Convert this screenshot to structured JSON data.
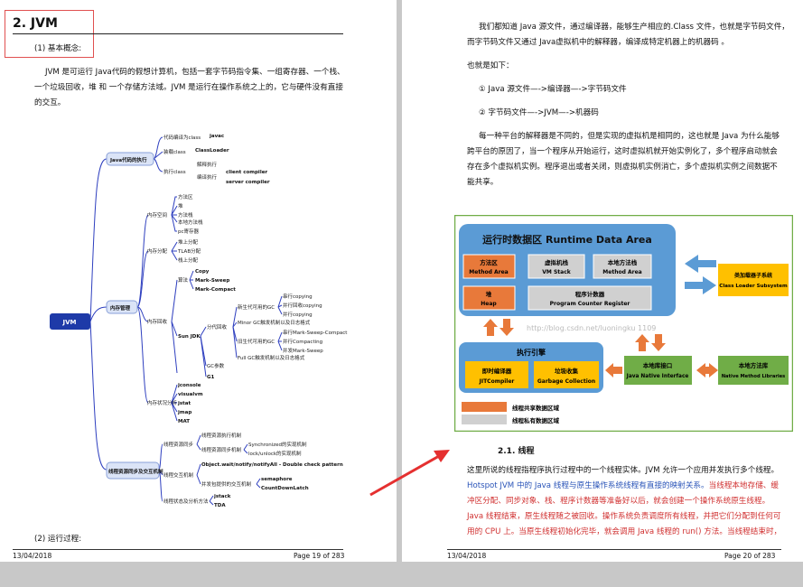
{
  "left_page": {
    "heading": "2. JVM",
    "subheading": "(1) 基本概念:",
    "paragraph_lines": [
      "JVM 是可运行 Java代码的假想计算机，包括一套字节码指令集、一组寄存器、一个栈、",
      "一个垃圾回收，堆 和 一个存储方法域。JVM 是运行在操作系统之上的，它与硬件没有直接",
      "的交互。"
    ],
    "mindmap": {
      "root": "JVM",
      "b1": "Java代码的执行",
      "b1_items": [
        "代码编译为class",
        "装载class",
        "执行class"
      ],
      "b1_leaves": [
        "javac",
        "ClassLoader",
        "解释执行",
        "编译执行",
        "client compiler",
        "server compiler"
      ],
      "b2": "内存管理",
      "b2_items": [
        "内存空间",
        "内存分配",
        "内存回收",
        "内存状况分析"
      ],
      "space_items": [
        "方法区",
        "堆",
        "方法栈",
        "本地方法栈",
        "pc寄存器"
      ],
      "alloc_items": [
        "堆上分配",
        "TLAB分配",
        "栈上分配"
      ],
      "gc_algos": [
        "算法",
        "Copy",
        "Mark-Sweep",
        "Mark-Compact"
      ],
      "sun_jdk": "Sun JDK",
      "gen_gc": "分代回收",
      "new_gen": "新生代可用的GC",
      "new_gen_leaves": [
        "串行copying",
        "并行回收copying",
        "并行copying"
      ],
      "minor_gc": "Minor GC触发机制以及日志格式",
      "old_gen": "旧生代可用的GC",
      "old_gen_leaves": [
        "串行Mark-Sweep-Compact",
        "并行Compacting",
        "并发Mark-Sweep"
      ],
      "full_gc": "Full GC触发机制以及日志格式",
      "gc_params": [
        "GC参数",
        "G1"
      ],
      "analysis_tools": [
        "jconsole",
        "visualvm",
        "jstat",
        "jmap",
        "MAT"
      ],
      "b3": "线程资源同步及交互机制",
      "b3_items": [
        "线程资源同步",
        "线程交互机制",
        "线程状态及分析方法"
      ],
      "sync_leaves": [
        "线程资源执行机制",
        "线程资源同步机制",
        "Synchronized的实现机制",
        "lock/unlock的实现机制"
      ],
      "interact_leaves": [
        "Object.wait/notify/notifyAll - Double check pattern",
        "并发包提供的交互机制",
        "semaphore",
        "CountDownLatch"
      ],
      "state_leaves": [
        "jstack",
        "TDA"
      ]
    },
    "bottom_heading": "(2) 运行过程:",
    "footer_date": "13/04/2018",
    "footer_page": "Page 19 of 283"
  },
  "right_page": {
    "intro_lines": [
      "我们都知道 Java 源文件，通过编译器，能够生产相应的.Class 文件，也就是字节码文件，",
      "而字节码文件又通过 Java虚拟机中的解释器，编译成特定机器上的机器码 。"
    ],
    "also": "也就是如下：",
    "step1": "① Java 源文件—->编译器—->字节码文件",
    "step2": "② 字节码文件—->JVM—->机器码",
    "para_lines": [
      "每一种平台的解释器是不同的，但是实现的虚拟机是相同的，这也就是 Java 为什么能够",
      "跨平台的原因了，当一个程序从开始运行，这时虚拟机就开始实例化了，多个程序启动就会",
      "存在多个虚拟机实例。程序退出或者关闭，则虚拟机实例消亡，多个虚拟机实例之间数据不",
      "能共享。"
    ],
    "diagram": {
      "runtime_title": "运行时数据区  Runtime Data Area",
      "method_area": [
        "方法区",
        "Method Area"
      ],
      "vm_stack": [
        "虚拟机栈",
        "VM Stack"
      ],
      "native_stack": [
        "本地方法栈",
        "Method Area"
      ],
      "heap": [
        "堆",
        "Heap"
      ],
      "pc": [
        "程序计数器",
        "Program Counter Register"
      ],
      "classloader": [
        "类加载器子系统",
        "Class Loader Subsystem"
      ],
      "watermark": "http://blog.csdn.net/luoningku 1109",
      "exec_engine": "执行引擎",
      "jit": [
        "即时编译器",
        "JITCompiler"
      ],
      "gc": [
        "垃圾收集",
        "Garbage Collection"
      ],
      "jni": [
        "本地库接口",
        "Java Native Interface"
      ],
      "native_libs": [
        "本地方法库",
        "Native Method Libraries"
      ],
      "legend_shared": "线程共享数据区域",
      "legend_private": "线程私有数据区域",
      "colors": {
        "runtime": "#5b9bd5",
        "orange": "#e8793a",
        "gray": "#d0d0d0",
        "yellow": "#ffc000",
        "green": "#70ad47",
        "blue_arrow": "#5b9bd5"
      }
    },
    "section_heading": "2.1. 线程",
    "section_lines": [
      {
        "text": "这里所说的线程指程序执行过程中的一个线程实体。JVM 允许一个应用并发执行多个线程。",
        "style": "normal"
      },
      {
        "text": "Hotspot JVM 中的 Java 线程与原生操作系统线程有直接的映射关系。当线程本地存储、缓",
        "style": "mixed_a"
      },
      {
        "text": "冲区分配、同步对象、栈、程序计数器等准备好以后，就会创建一个操作系统原生线程。",
        "style": "red"
      },
      {
        "text": "Java 线程结束，原生线程随之被回收。操作系统负责调度所有线程，并把它们分配到任何可",
        "style": "red"
      },
      {
        "text": "用的 CPU 上。当原生线程初始化完毕，就会调用 Java 线程的 run() 方法。当线程结束时，",
        "style": "red"
      }
    ],
    "section_line2_blue": "Hotspot JVM 中的 Java 线程与原生操作系统线程有直接的映射关系。",
    "section_line2_red": "当线程本地存储、缓",
    "footer_date": "13/04/2018",
    "footer_page": "Page 20 of 283"
  }
}
